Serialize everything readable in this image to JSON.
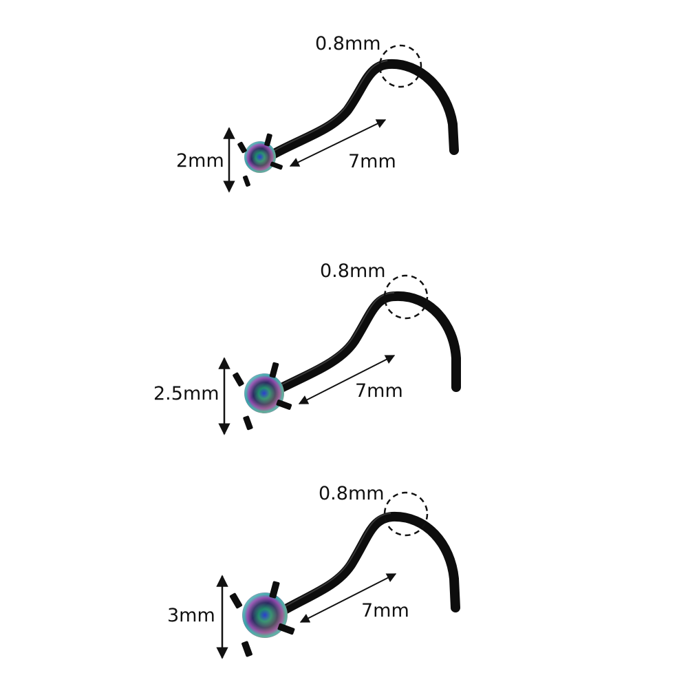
{
  "diagram": {
    "type": "product-dimension-diagram",
    "subject": "nose screw studs with iridescent gem",
    "colors": {
      "metal": "#0d0d0d",
      "metal_highlight": "#4a4a4a",
      "annotation": "#111111",
      "background": "#ffffff",
      "gem_tones": [
        "#2a3cb8",
        "#1f8a6a",
        "#8a3fa8",
        "#c23fa0",
        "#2bb0a8",
        "#d8c060",
        "#1a1a40"
      ]
    },
    "studs": [
      {
        "gem_size": "2mm",
        "gauge": "0.8mm",
        "bar_length": "7mm"
      },
      {
        "gem_size": "2.5mm",
        "gauge": "0.8mm",
        "bar_length": "7mm"
      },
      {
        "gem_size": "3mm",
        "gauge": "0.8mm",
        "bar_length": "7mm"
      }
    ]
  }
}
